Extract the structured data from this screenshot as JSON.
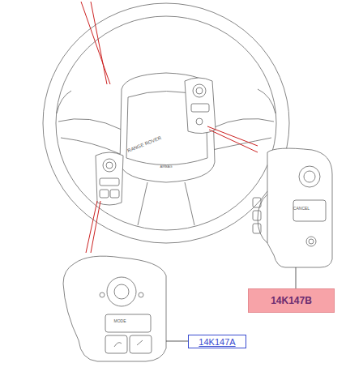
{
  "diagram": {
    "nodes": [
      {
        "text": [
          "14K147B"
        ]
      },
      {
        "text": [
          "14K147A"
        ]
      }
    ],
    "labels": [
      "RANGE ROVER",
      "AIRBAG",
      "CANCEL",
      "MODE"
    ]
  }
}
